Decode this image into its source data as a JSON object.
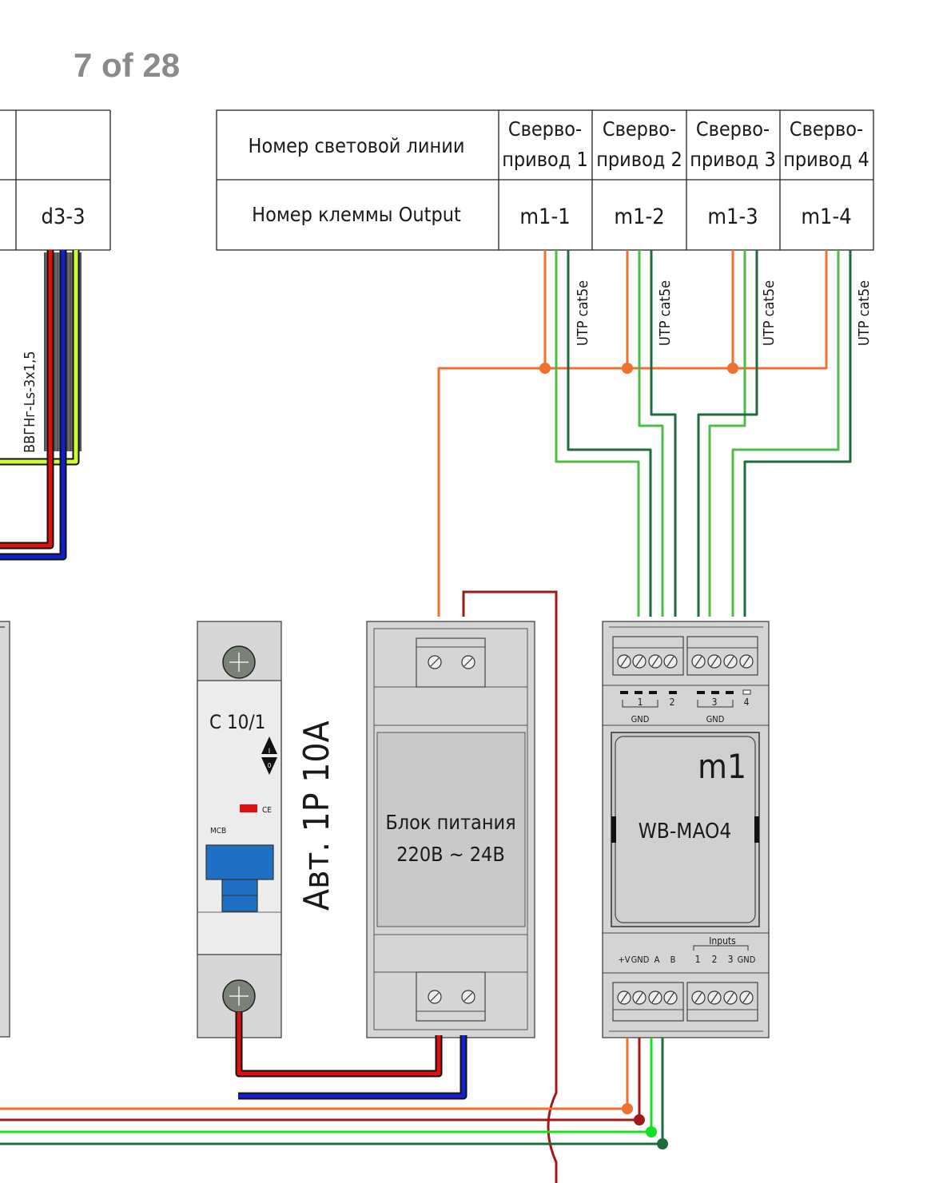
{
  "page": {
    "indicator": "7 of 28"
  },
  "colors": {
    "orange": "#f07030",
    "light_green": "#4cbd47",
    "dark_green": "#1e6b3c",
    "bright_green": "#16e022",
    "red": "#e01010",
    "blue": "#1020d0",
    "dark_red": "#a01818",
    "yellow_green": "#ccff33",
    "module_gray": "#d4d4d4",
    "breaker_blue": "#1f6fc5"
  },
  "left_table": {
    "cell": "d3-3"
  },
  "table": {
    "row1_header": "Номер световой линии",
    "row2_header": "Номер клеммы Output",
    "columns": [
      {
        "line1": "Сверво-",
        "line2": "привод 1",
        "terminal": "m1-1"
      },
      {
        "line1": "Сверво-",
        "line2": "привод 2",
        "terminal": "m1-2"
      },
      {
        "line1": "Сверво-",
        "line2": "привод 3",
        "terminal": "m1-3"
      },
      {
        "line1": "Сверво-",
        "line2": "привод 4",
        "terminal": "m1-4"
      }
    ]
  },
  "cable_labels": {
    "power_cable": "ВВГНг-Ls-3х1,5",
    "utp": [
      "UTP cat5e",
      "UTP cat5e",
      "UTP cat5e",
      "UTP cat5e"
    ]
  },
  "breaker": {
    "rating": "C 10/1",
    "on_mark": "I",
    "off_mark": "0",
    "ce_mark": "CE",
    "type_label": "MCB",
    "caption": "Авт. 1P 10A"
  },
  "psu": {
    "line1": "Блок питания",
    "line2": "220В ~ 24В"
  },
  "module": {
    "id": "m1",
    "model": "WB-MAO4",
    "top_numbers": [
      "1",
      "2",
      "3",
      "4"
    ],
    "top_gnd": [
      "GND",
      "GND"
    ],
    "bottom_left": [
      "+V",
      "GND",
      "A",
      "B"
    ],
    "inputs_label": "Inputs",
    "bottom_right": [
      "1",
      "2",
      "3",
      "GND"
    ]
  }
}
